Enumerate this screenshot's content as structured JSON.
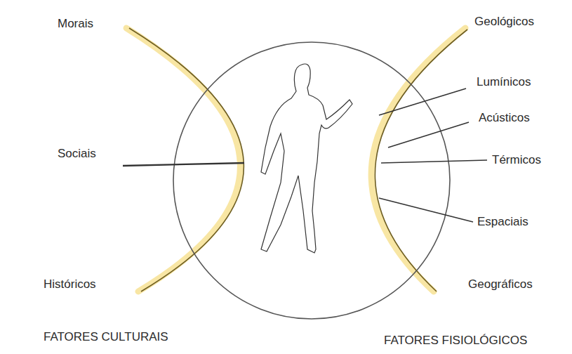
{
  "diagram": {
    "labels": [
      "Morais",
      "Geológicos",
      "Lumínicos",
      "Acústicos",
      "Sociais",
      "Térmicos",
      "Espaciais",
      "Históricos",
      "Geográficos",
      "FATORES CULTURAIS",
      "FATORES FISIOLÓGICOS"
    ]
  }
}
